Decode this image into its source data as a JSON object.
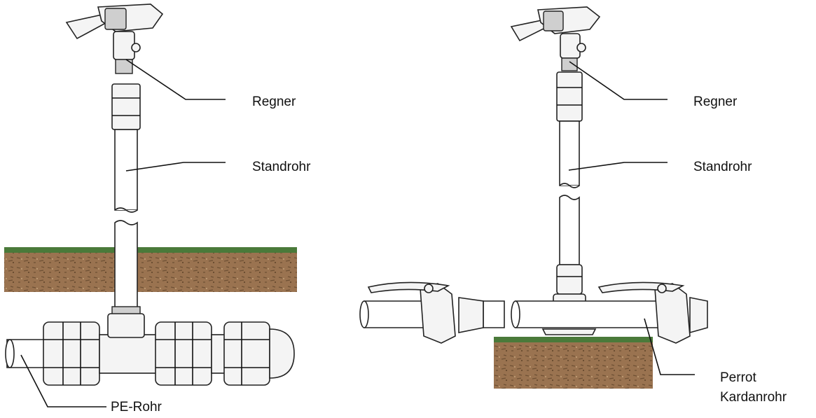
{
  "labels": {
    "left_regner": "Regner",
    "left_standrohr": "Standrohr",
    "left_pe_rohr": "PE-Rohr",
    "right_regner": "Regner",
    "right_standrohr": "Standrohr",
    "right_perrot_line1": "Perrot",
    "right_perrot_line2": "Kardanrohr"
  },
  "colors": {
    "grass": "#4a7a3a",
    "soil": "#9a7350",
    "soil_dark": "#7d5c3c",
    "line": "#111111"
  }
}
